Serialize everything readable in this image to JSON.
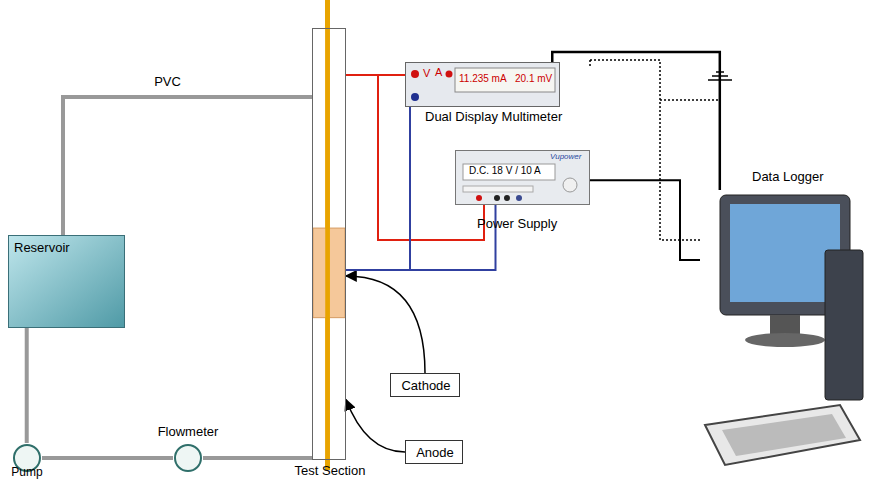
{
  "diagram": {
    "nodes": [
      {
        "text": [
          "Reservoir"
        ]
      },
      {
        "text": [
          "Test Section"
        ]
      },
      {
        "text": [
          "V",
          "A",
          "11.235 mA",
          "20.1 mV",
          "Dual Display Multimeter"
        ]
      },
      {
        "text": [
          "Vupower",
          "D.C. 18 V / 10 A",
          "Power Supply"
        ]
      },
      {
        "text": [
          "Data Logger"
        ]
      },
      {
        "text": [
          "Pump"
        ]
      },
      {
        "text": [
          "Flowmeter"
        ]
      },
      {
        "text": [
          "Cathode"
        ]
      },
      {
        "text": [
          "Anode"
        ]
      }
    ],
    "edges": [
      {
        "from": 0,
        "to": 1,
        "arrow": "none",
        "label": "PVC"
      },
      {
        "from": 0,
        "to": 5,
        "arrow": "none"
      },
      {
        "from": 5,
        "to": 6,
        "arrow": "none"
      },
      {
        "from": 6,
        "to": 1,
        "arrow": "none"
      },
      {
        "from": 7,
        "to": 1,
        "arrow": "to"
      },
      {
        "from": 8,
        "to": 1,
        "arrow": "to"
      },
      {
        "from": 2,
        "to": 1,
        "arrow": "none"
      },
      {
        "from": 3,
        "to": 1,
        "arrow": "none"
      },
      {
        "from": 2,
        "to": 4,
        "arrow": "none"
      },
      {
        "from": 3,
        "to": 4,
        "arrow": "none"
      }
    ]
  }
}
